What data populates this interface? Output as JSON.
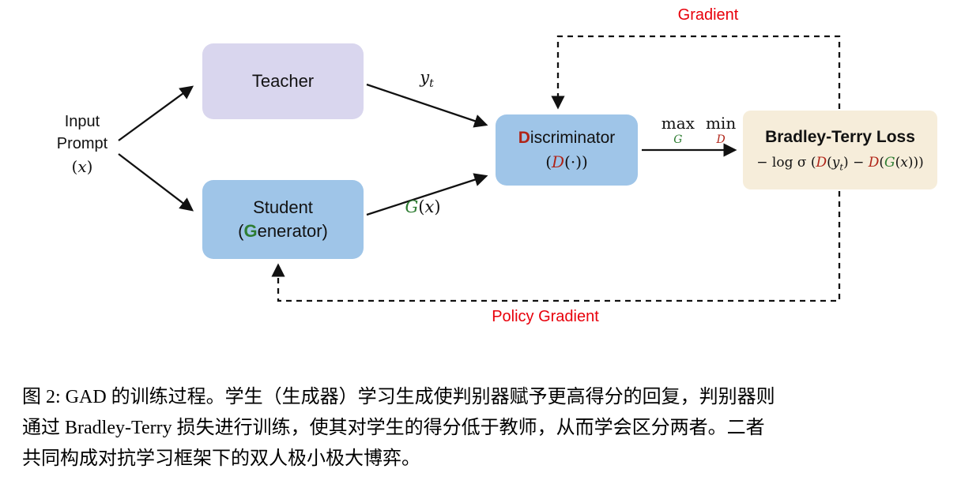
{
  "figure": {
    "input_prompt": {
      "line1": "Input",
      "line2": "Prompt",
      "line3": [
        {
          "t": "("
        },
        {
          "t": "x",
          "i": true
        },
        {
          "t": ")"
        }
      ]
    },
    "teacher": {
      "label": "Teacher"
    },
    "student": {
      "line1": "Student",
      "line2": [
        {
          "t": "("
        },
        {
          "t": "G",
          "b": true,
          "c": "#2e7d32"
        },
        {
          "t": "enerator)"
        }
      ]
    },
    "discriminator": {
      "line1": [
        {
          "t": "D",
          "b": true,
          "c": "#b02418"
        },
        {
          "t": "iscriminator"
        }
      ],
      "line2": [
        {
          "t": "("
        },
        {
          "t": "D",
          "i": true,
          "c": "#b02418"
        },
        {
          "t": "(·))"
        }
      ]
    },
    "loss": {
      "title": "Bradley-Terry Loss",
      "formula": [
        {
          "t": "− log "
        },
        {
          "t": "σ"
        },
        {
          "t": " ("
        },
        {
          "t": "D",
          "i": true,
          "c": "#b02418"
        },
        {
          "t": "("
        },
        {
          "t": "y",
          "i": true
        },
        {
          "t": "t",
          "i": true,
          "sub": true
        },
        {
          "t": ") − "
        },
        {
          "t": "D",
          "i": true,
          "c": "#b02418"
        },
        {
          "t": "("
        },
        {
          "t": "G",
          "i": true,
          "c": "#2e7d32"
        },
        {
          "t": "("
        },
        {
          "t": "x",
          "i": true
        },
        {
          "t": ")))"
        }
      ]
    },
    "edges": {
      "teacher_out": [
        {
          "t": "y",
          "i": true
        },
        {
          "t": "t",
          "i": true,
          "sub": true
        }
      ],
      "student_out": [
        {
          "t": "G",
          "i": true,
          "c": "#2e7d32"
        },
        {
          "t": "("
        },
        {
          "t": "x",
          "i": true
        },
        {
          "t": ")"
        }
      ],
      "max_op": "max",
      "max_sub": [
        {
          "t": "G",
          "i": true,
          "c": "#2e7d32"
        }
      ],
      "min_op": "min",
      "min_sub": [
        {
          "t": "D",
          "i": true,
          "c": "#b02418"
        }
      ],
      "gradient": "Gradient",
      "policy_gradient": "Policy Gradient"
    },
    "colors": {
      "teacher_box": "#d9d6ee",
      "student_box": "#9fc5e8",
      "discriminator_box": "#9fc5e8",
      "loss_box": "#f6edda",
      "gradient_text": "#e8000b",
      "d_accent": "#b02418",
      "g_accent": "#2e7d32",
      "arrow": "#111111"
    }
  },
  "caption": {
    "lines": [
      "图 2: GAD 的训练过程。学生（生成器）学习生成使判别器赋予更高得分的回复，判别器则",
      "通过 Bradley-Terry 损失进行训练，使其对学生的得分低于教师，从而学会区分两者。二者",
      "共同构成对抗学习框架下的双人极小极大博弈。"
    ]
  }
}
